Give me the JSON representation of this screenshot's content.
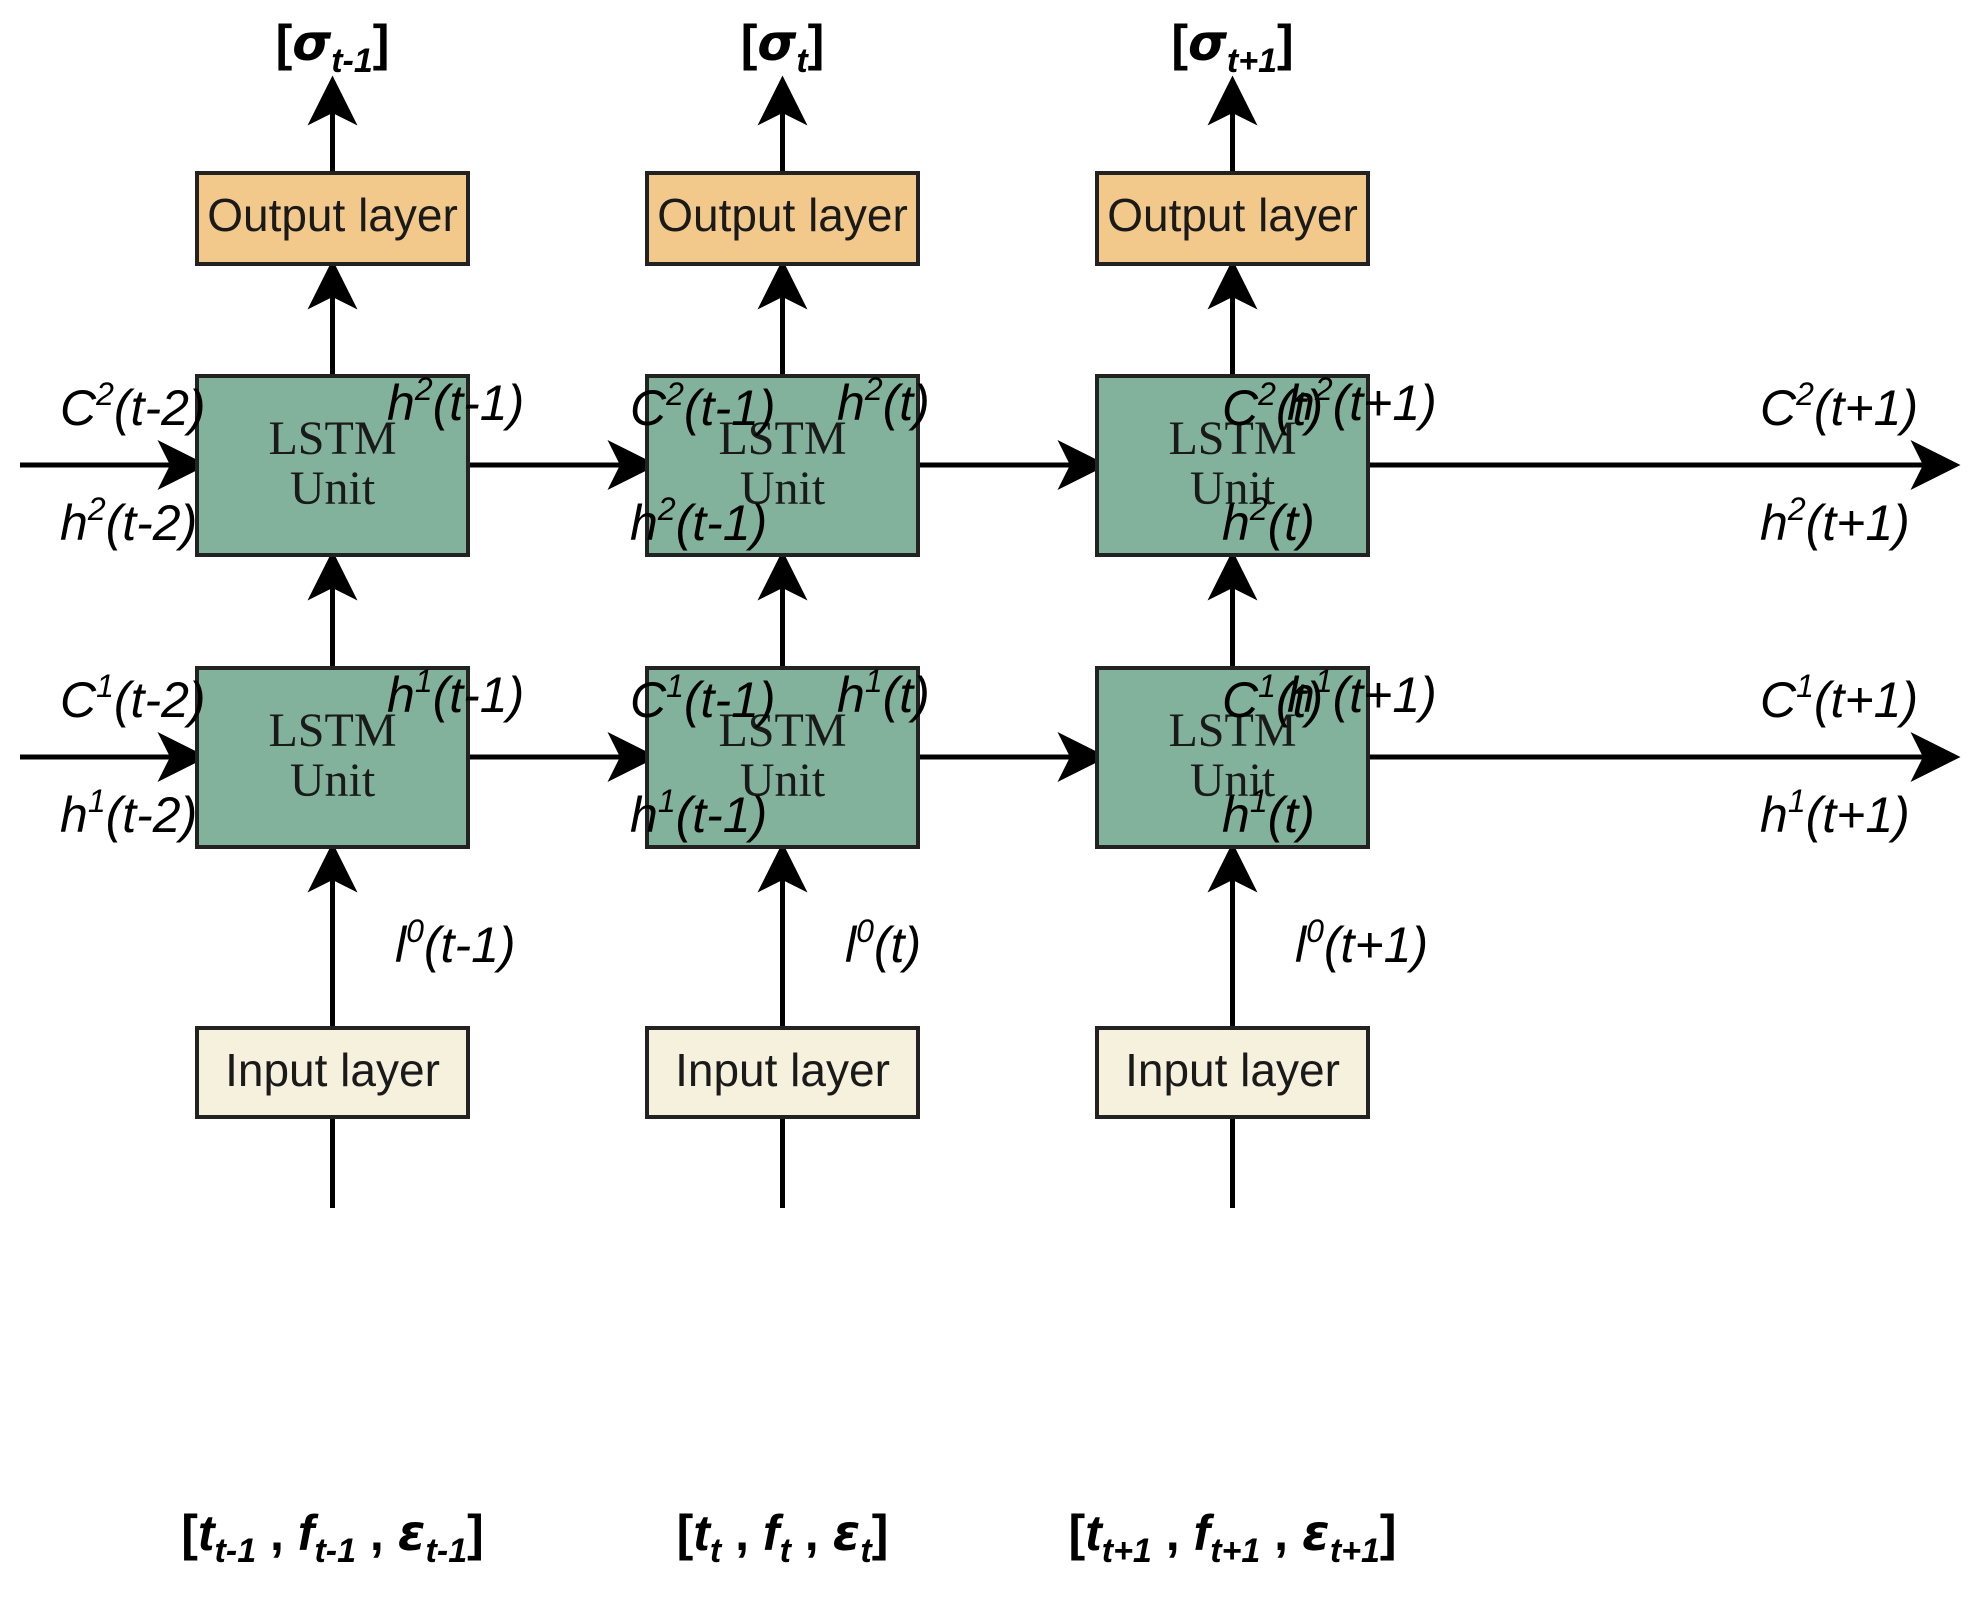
{
  "colors": {
    "output_fill": "#f3c98b",
    "lstm_fill": "#82b29b",
    "input_fill": "#f5f1dc",
    "stroke": "#222222"
  },
  "boxes": {
    "output_label": "Output layer",
    "lstm_line1": "LSTM",
    "lstm_line2": "Unit",
    "input_label": "Input layer"
  },
  "columns": [
    {
      "sigma_sub": "t-1",
      "input_subs": [
        "t-1",
        "t-1",
        "t-1"
      ],
      "h2": "(t-1)",
      "h1": "(t-1)",
      "l0": "(t-1)"
    },
    {
      "sigma_sub": "t",
      "input_subs": [
        "t",
        "t",
        "t"
      ],
      "h2": "(t)",
      "h1": "(t)",
      "l0": "(t)"
    },
    {
      "sigma_sub": "t+1",
      "input_subs": [
        "t+1",
        "t+1",
        "t+1"
      ],
      "h2": "(t+1)",
      "h1": "(t+1)",
      "l0": "(t+1)"
    }
  ],
  "recurrent": [
    {
      "c2": "(t-2)",
      "h2": "(t-2)",
      "c1": "(t-2)",
      "h1": "(t-2)"
    },
    {
      "c2": "(t-1)",
      "h2": "(t-1)",
      "c1": "(t-1)",
      "h1": "(t-1)"
    },
    {
      "c2": "(t)",
      "h2": "(t)",
      "c1": "(t)",
      "h1": "(t)"
    },
    {
      "c2": "(t+1)",
      "h2": "(t+1)",
      "c1": "(t+1)",
      "h1": "(t+1)"
    }
  ],
  "symbols": {
    "sigma": "σ",
    "t": "t",
    "f": "f",
    "eps": "ε",
    "C": "C",
    "h": "h",
    "l": "l",
    "sup1": "1",
    "sup2": "2",
    "sup0": "0",
    "lb": "[",
    "rb": "]",
    "comma": " , "
  }
}
